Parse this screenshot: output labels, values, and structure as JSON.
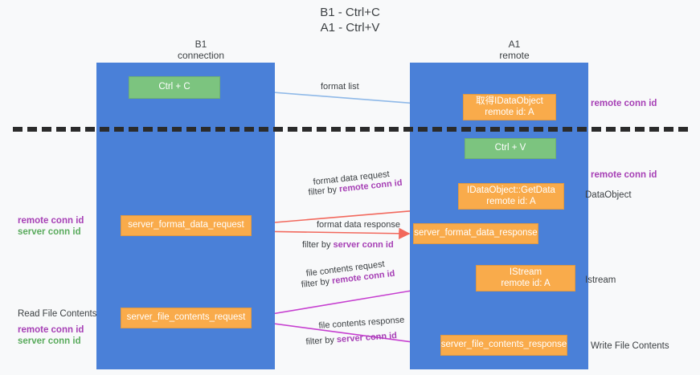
{
  "title": "B1 - Ctrl+C\nA1 - Ctrl+V",
  "columns": {
    "left": {
      "header": "B1\nconnection"
    },
    "right": {
      "header": "A1\nremote"
    }
  },
  "nodes": {
    "ctrl_c": "Ctrl + C",
    "get_idataobject": "取得IDataObject\nremote id: A",
    "ctrl_v": "Ctrl + V",
    "idataobject_getdata": "IDataObject::GetData\nremote id: A",
    "server_format_data_request": "server_format_data_request",
    "server_format_data_response": "server_format_data_response",
    "istream": "IStream\nremote id: A",
    "server_file_contents_request": "server_file_contents_request",
    "server_file_contents_response": "server_file_contents_response"
  },
  "edge_labels": {
    "format_list": "format list",
    "format_data_request": "format data request",
    "format_data_request_filter_prefix": "filter by ",
    "format_data_request_filter_key": "remote conn id",
    "format_data_response": "format data response",
    "format_data_response_filter_prefix": "filter by ",
    "format_data_response_filter_key": "server conn id",
    "file_contents_request": "file contents request",
    "file_contents_request_filter_prefix": "filter by ",
    "file_contents_request_filter_key": "remote conn id",
    "file_contents_response": "file contents response",
    "file_contents_response_filter_prefix": "filter by ",
    "file_contents_response_filter_key": "server conn id"
  },
  "annotations": {
    "remote_conn_id_top": "remote conn id",
    "remote_conn_id_mid": "remote conn id",
    "dataobject": "DataObject",
    "istream": "Istream",
    "write_file_contents": "Write File Contents",
    "read_file_contents": "Read File Contents",
    "left_remote_conn_id_1": "remote conn id",
    "left_server_conn_id_1": "server conn id",
    "left_remote_conn_id_2": "remote conn id",
    "left_server_conn_id_2": "server conn id"
  },
  "colors": {
    "lane": "#4a80d8",
    "green_node": "#7cc47f",
    "orange_node": "#f9ab4b",
    "purple_text": "#a63fb5",
    "green_text": "#5aab5d",
    "blue_arrow": "#8fb9e8",
    "red_arrow": "#f2685c",
    "magenta_arrow": "#c63fd0",
    "dark_arrow": "#202124",
    "background": "#f8f9fa"
  }
}
